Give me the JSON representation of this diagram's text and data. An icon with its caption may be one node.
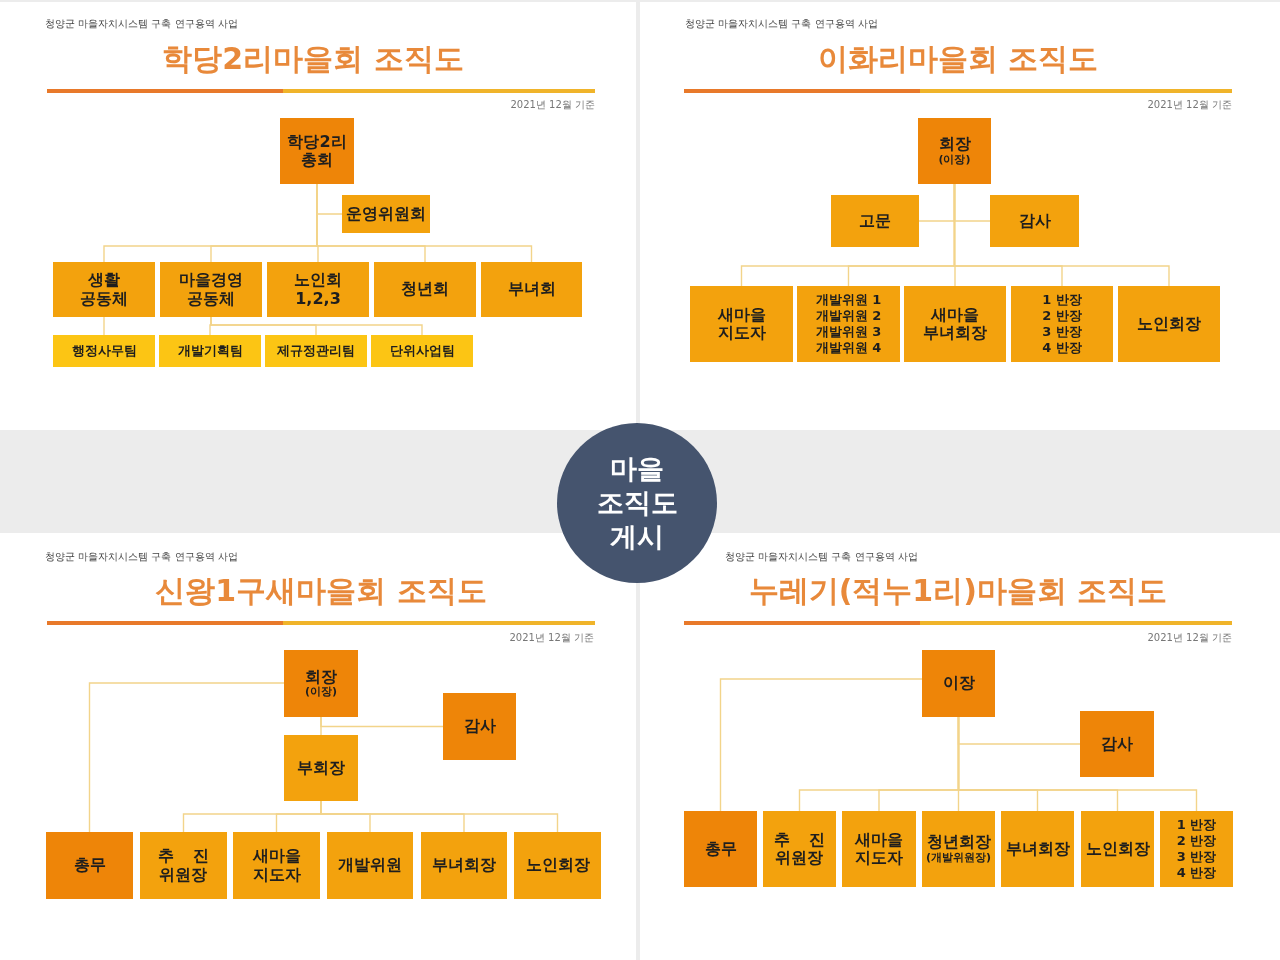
{
  "diagram": {
    "nodes": [
      {
        "text": [
          "청양군 마을자치시스템 구축 연구용역 사업",
          "학당2리마을회 조직도",
          "2021년 12월 기준"
        ]
      },
      {
        "text": [
          "학당2리 총회"
        ],
        "in": 0
      },
      {
        "text": [
          "운영위원회"
        ],
        "in": 0
      },
      {
        "text": [
          "생활 공동체"
        ],
        "in": 0
      },
      {
        "text": [
          "마을경영 공동체"
        ],
        "in": 0
      },
      {
        "text": [
          "노인회 1,2,3"
        ],
        "in": 0
      },
      {
        "text": [
          "청년회"
        ],
        "in": 0
      },
      {
        "text": [
          "부녀회"
        ],
        "in": 0
      },
      {
        "text": [
          "행정사무팀"
        ],
        "in": 0
      },
      {
        "text": [
          "개발기획팀"
        ],
        "in": 0
      },
      {
        "text": [
          "제규정관리팀"
        ],
        "in": 0
      },
      {
        "text": [
          "단위사업팀"
        ],
        "in": 0
      },
      {
        "text": [
          "청양군 마을자치시스템 구축 연구용역 사업",
          "이화리마을회 조직도",
          "2021년 12월 기준"
        ]
      },
      {
        "text": [
          "회장",
          "(이장)"
        ],
        "in": 12
      },
      {
        "text": [
          "고문"
        ],
        "in": 12
      },
      {
        "text": [
          "감사"
        ],
        "in": 12
      },
      {
        "text": [
          "새마을 지도자"
        ],
        "in": 12
      },
      {
        "text": [
          "개발위원 1 개발위원 2 개발위원 3 개발위원 4"
        ],
        "in": 12
      },
      {
        "text": [
          "새마을 부녀회장"
        ],
        "in": 12
      },
      {
        "text": [
          "1 반장 2 반장 3 반장 4 반장"
        ],
        "in": 12
      },
      {
        "text": [
          "노인회장"
        ],
        "in": 12
      },
      {
        "text": [
          "마을 조직도 게시"
        ]
      },
      {
        "text": [
          "청양군 마을자치시스템 구축 연구용역 사업",
          "신왕1구새마을회 조직도",
          "2021년 12월 기준"
        ]
      },
      {
        "text": [
          "회장",
          "(이장)"
        ],
        "in": 22
      },
      {
        "text": [
          "감사"
        ],
        "in": 22
      },
      {
        "text": [
          "부회장"
        ],
        "in": 22
      },
      {
        "text": [
          "총무"
        ],
        "in": 22
      },
      {
        "text": [
          "추 진 위원장"
        ],
        "in": 22
      },
      {
        "text": [
          "새마을 지도자"
        ],
        "in": 22
      },
      {
        "text": [
          "개발위원"
        ],
        "in": 22
      },
      {
        "text": [
          "부녀회장"
        ],
        "in": 22
      },
      {
        "text": [
          "노인회장"
        ],
        "in": 22
      },
      {
        "text": [
          "청양군 마을자치시스템 구축 연구용역 사업",
          "누레기(적누1리)마을회 조직도",
          "2021년 12월 기준"
        ]
      },
      {
        "text": [
          "이장"
        ],
        "in": 32
      },
      {
        "text": [
          "감사"
        ],
        "in": 32
      },
      {
        "text": [
          "총무"
        ],
        "in": 32
      },
      {
        "text": [
          "추 진 위원장"
        ],
        "in": 32
      },
      {
        "text": [
          "새마을 지도자"
        ],
        "in": 32
      },
      {
        "text": [
          "청년회장",
          "(개발위원장)"
        ],
        "in": 32
      },
      {
        "text": [
          "부녀회장"
        ],
        "in": 32
      },
      {
        "text": [
          "노인회장"
        ],
        "in": 32
      },
      {
        "text": [
          "1 반장 2 반장 3 반장 4 반장"
        ],
        "in": 32
      }
    ],
    "edges": [
      {
        "from": 1,
        "to": 2,
        "arrow": "none"
      },
      {
        "from": 1,
        "to": 3,
        "arrow": "none"
      },
      {
        "from": 1,
        "to": 4,
        "arrow": "none"
      },
      {
        "from": 1,
        "to": 5,
        "arrow": "none"
      },
      {
        "from": 1,
        "to": 6,
        "arrow": "none"
      },
      {
        "from": 1,
        "to": 7,
        "arrow": "none"
      },
      {
        "from": 3,
        "to": 8,
        "arrow": "none"
      },
      {
        "from": 4,
        "to": 9,
        "arrow": "none"
      },
      {
        "from": 4,
        "to": 10,
        "arrow": "none"
      },
      {
        "from": 4,
        "to": 11,
        "arrow": "none"
      },
      {
        "from": 13,
        "to": 14,
        "arrow": "none"
      },
      {
        "from": 13,
        "to": 15,
        "arrow": "none"
      },
      {
        "from": 13,
        "to": 16,
        "arrow": "none"
      },
      {
        "from": 13,
        "to": 17,
        "arrow": "none"
      },
      {
        "from": 13,
        "to": 18,
        "arrow": "none"
      },
      {
        "from": 13,
        "to": 19,
        "arrow": "none"
      },
      {
        "from": 13,
        "to": 20,
        "arrow": "none"
      },
      {
        "from": 23,
        "to": 26,
        "arrow": "none"
      },
      {
        "from": 23,
        "to": 24,
        "arrow": "none"
      },
      {
        "from": 23,
        "to": 25,
        "arrow": "none"
      },
      {
        "from": 25,
        "to": 27,
        "arrow": "none"
      },
      {
        "from": 25,
        "to": 28,
        "arrow": "none"
      },
      {
        "from": 25,
        "to": 29,
        "arrow": "none"
      },
      {
        "from": 25,
        "to": 30,
        "arrow": "none"
      },
      {
        "from": 25,
        "to": 31,
        "arrow": "none"
      },
      {
        "from": 33,
        "to": 35,
        "arrow": "none"
      },
      {
        "from": 33,
        "to": 34,
        "arrow": "none"
      },
      {
        "from": 33,
        "to": 36,
        "arrow": "none"
      },
      {
        "from": 33,
        "to": 37,
        "arrow": "none"
      },
      {
        "from": 33,
        "to": 38,
        "arrow": "none"
      },
      {
        "from": 33,
        "to": 39,
        "arrow": "none"
      },
      {
        "from": 33,
        "to": 40,
        "arrow": "none"
      },
      {
        "from": 33,
        "to": 41,
        "arrow": "none"
      }
    ]
  }
}
